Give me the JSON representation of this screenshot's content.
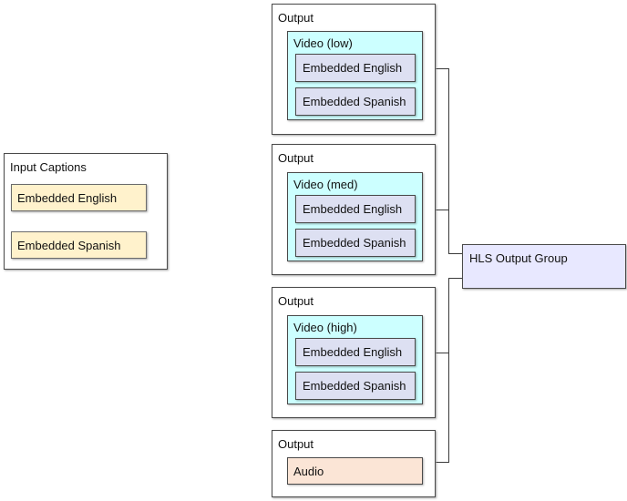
{
  "input_captions": {
    "title": "Input Captions",
    "items": [
      "Embedded English",
      "Embedded Spanish"
    ]
  },
  "outputs": [
    {
      "title": "Output",
      "video": {
        "title": "Video (low)",
        "tracks": [
          "Embedded English",
          "Embedded Spanish"
        ]
      }
    },
    {
      "title": "Output",
      "video": {
        "title": "Video (med)",
        "tracks": [
          "Embedded English",
          "Embedded Spanish"
        ]
      }
    },
    {
      "title": "Output",
      "video": {
        "title": "Video (high)",
        "tracks": [
          "Embedded English",
          "Embedded Spanish"
        ]
      }
    },
    {
      "title": "Output",
      "audio": {
        "title": "Audio"
      }
    }
  ],
  "output_group": {
    "title": "HLS Output Group"
  },
  "colors": {
    "input_item": "#fff2cc",
    "video": "#ccffff",
    "track": "#dde0f2",
    "audio": "#fbe5d6",
    "output_group": "#e8e8ff",
    "border": "#4a4a4a"
  }
}
